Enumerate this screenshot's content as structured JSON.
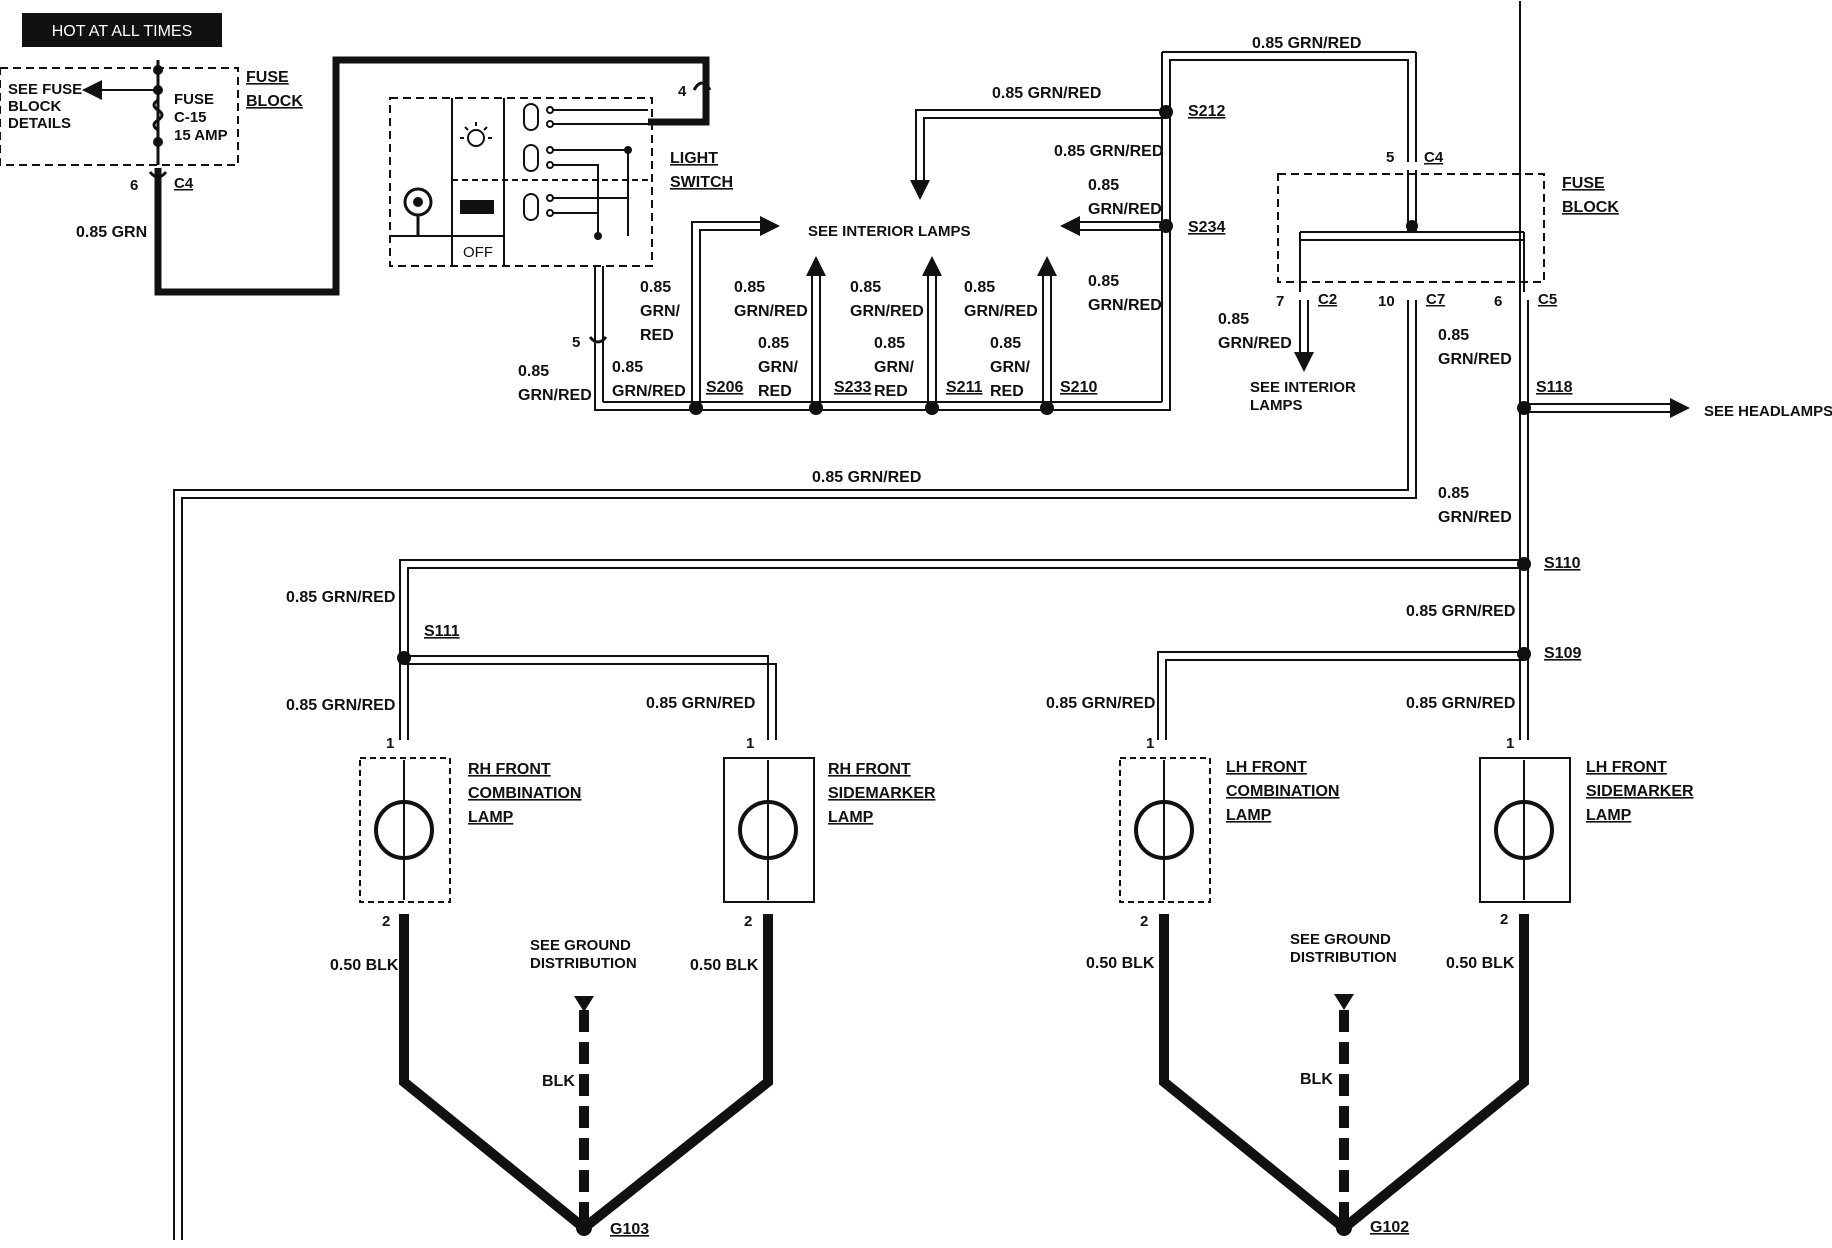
{
  "header": {
    "hot_label": "HOT AT ALL TIMES"
  },
  "fuse_left": {
    "see_details": [
      "SEE FUSE",
      "BLOCK",
      "DETAILS"
    ],
    "fuse": [
      "FUSE",
      "C-15",
      "15 AMP"
    ],
    "block": [
      "FUSE",
      "BLOCK"
    ],
    "pin": "6",
    "connector": "C4",
    "wire": "0.85 GRN"
  },
  "light_switch": {
    "label": [
      "LIGHT",
      "SWITCH"
    ],
    "off": "OFF",
    "pin_top": "4",
    "pin_bottom": "5",
    "wire_bottom": [
      "0.85",
      "GRN/RED"
    ]
  },
  "interior": {
    "see": "SEE INTERIOR LAMPS",
    "top_wire": "0.85 GRN/RED",
    "mid_wire": "0.85 GRN/RED",
    "wires": {
      "w206_left": [
        "0.85",
        "GRN/RED"
      ],
      "w206_up": [
        "0.85",
        "GRN/",
        "RED"
      ],
      "w233_up": [
        "0.85",
        "GRN/RED"
      ],
      "w233_dn": [
        "0.85",
        "GRN/",
        "RED"
      ],
      "w211_up": [
        "0.85",
        "GRN/RED"
      ],
      "w211_dn": [
        "0.85",
        "GRN/",
        "RED"
      ],
      "w210_up": [
        "0.85",
        "GRN/RED"
      ],
      "w210_dn": [
        "0.85",
        "GRN/",
        "RED"
      ],
      "w234_in": [
        "0.85",
        "GRN/RED"
      ],
      "w234_dn": [
        "0.85",
        "GRN/RED"
      ],
      "w212_dn": "0.85 GRN/RED"
    }
  },
  "splices": {
    "s212": "S212",
    "s234": "S234",
    "s206": "S206",
    "s233": "S233",
    "s211": "S211",
    "s210": "S210",
    "s118": "S118",
    "s110": "S110",
    "s109": "S109",
    "s111": "S111"
  },
  "fuse_right": {
    "block": [
      "FUSE",
      "BLOCK"
    ],
    "c4_pin": "5",
    "c4": "C4",
    "c2_pin": "7",
    "c2": "C2",
    "c7_pin": "10",
    "c7": "C7",
    "c5_pin": "6",
    "c5": "C5",
    "c2_wire": [
      "0.85",
      "GRN/RED"
    ],
    "c2_see": [
      "SEE INTERIOR",
      "LAMPS"
    ],
    "c5_wire": [
      "0.85",
      "GRN/RED"
    ],
    "top_wire": "0.85 GRN/RED"
  },
  "headlamps": {
    "see": "SEE HEADLAMPS"
  },
  "wires": {
    "long_left": "0.85 GRN/RED",
    "s118_s110": [
      "0.85",
      "GRN/RED"
    ],
    "s110_s109": "0.85 GRN/RED",
    "rh_feed": "0.85 GRN/RED",
    "rh_comb": "0.85 GRN/RED",
    "rh_side": "0.85 GRN/RED",
    "lh_comb": "0.85 GRN/RED",
    "lh_side": "0.85 GRN/RED"
  },
  "lamps": {
    "rh_comb": [
      "RH FRONT",
      "COMBINATION",
      "LAMP"
    ],
    "rh_side": [
      "RH FRONT",
      "SIDEMARKER",
      "LAMP"
    ],
    "lh_comb": [
      "LH FRONT",
      "COMBINATION",
      "LAMP"
    ],
    "lh_side": [
      "LH FRONT",
      "SIDEMARKER",
      "LAMP"
    ],
    "pin_top": "1",
    "pin_bottom": "2",
    "ground_wire": "0.50 BLK"
  },
  "grounds": {
    "see": [
      "SEE GROUND",
      "DISTRIBUTION"
    ],
    "blk": "BLK",
    "g103": "G103",
    "g102": "G102"
  }
}
